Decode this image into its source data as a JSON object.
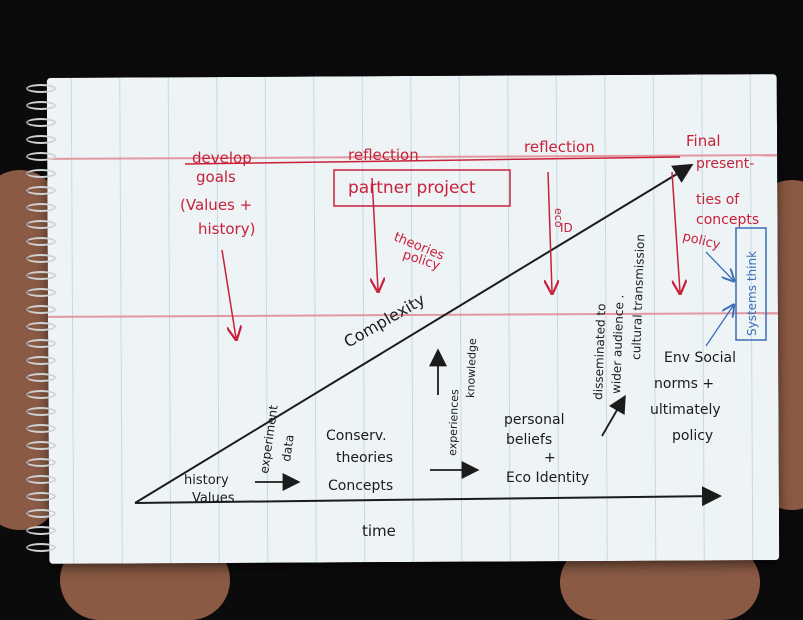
{
  "scene": {
    "description_colors": {
      "background": "#0c0b0b",
      "paper": "#eef3f6",
      "ink_red": "#c8213a",
      "ink_black": "#1b1b1b",
      "ink_blue": "#3b6fb8",
      "skin": "#8a5a44"
    }
  },
  "notes": {
    "red": {
      "develop": "develop",
      "goals": "goals",
      "values": "(Values +",
      "history": "history)",
      "reflection1": "reflection",
      "partner_project": "partner project",
      "theories": "theories",
      "policy1": "policy",
      "reflection2": "reflection",
      "eco": "eco",
      "id": "ID",
      "final": "Final",
      "present": "present-",
      "ties_of": "ties of",
      "concepts": "concepts",
      "policy2": "policy"
    },
    "blue": {
      "systems_think": "Systems think"
    },
    "black": {
      "complexity": "Complexity",
      "time": "time",
      "history_values_1": "history",
      "history_values_2": "Values",
      "experiment": "experiment",
      "data": "data",
      "conserv": "Conserv.",
      "theories": "theories",
      "concepts": "Concepts",
      "experiences": "experiences",
      "knowledge": "knowledge",
      "personal": "personal",
      "beliefs": "beliefs",
      "plus": "+",
      "eco_identity": "Eco Identity",
      "disseminated": "disseminated to",
      "wider_audience": "wider audience .",
      "cultural": "cultural transmission",
      "env_social": "Env Social",
      "norms": "norms +",
      "ultimately": "ultimately",
      "policy": "policy"
    }
  }
}
